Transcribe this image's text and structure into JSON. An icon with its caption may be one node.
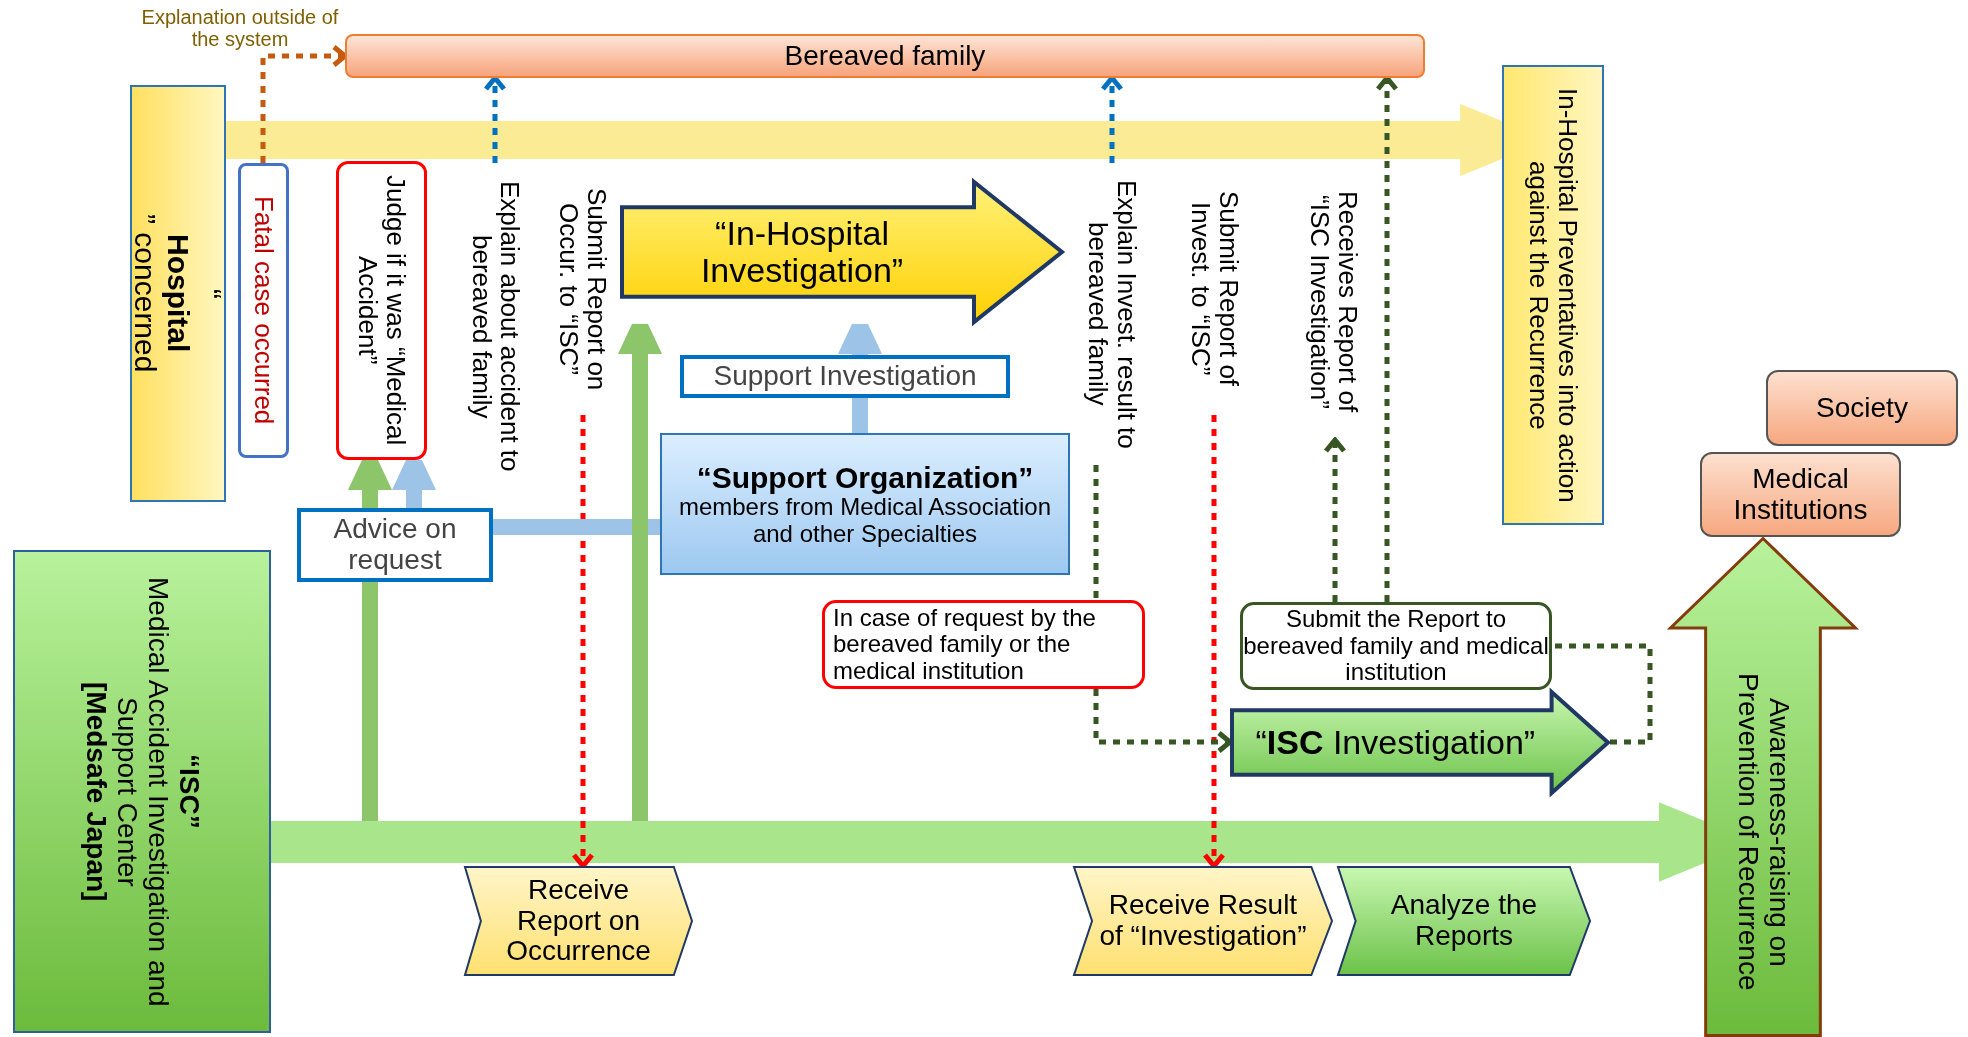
{
  "diagram": {
    "nodes": [
      {
        "text": [
          "Bereaved family"
        ]
      },
      {
        "text": [
          "“**Hospital**” concerned"
        ]
      },
      {
        "text": [
          "In-Hospital Preventatives into action against the Recurrence"
        ]
      },
      {
        "text": [
          "Fatal case occurred"
        ]
      },
      {
        "text": [
          "Judge if it was “Medical Accident”"
        ]
      },
      {
        "text": [
          "Explain about accident to bereaved family"
        ]
      },
      {
        "text": [
          "Submit Report on Occur. to “ISC”"
        ]
      },
      {
        "text": [
          "“In-Hospital Investigation”"
        ]
      },
      {
        "text": [
          "Explain Invest. result to bereaved family"
        ]
      },
      {
        "text": [
          "Submit Report of Invest. to “ISC”"
        ]
      },
      {
        "text": [
          "Receives Report of “ISC Investigation”"
        ]
      },
      {
        "text": [
          "“Support Organization”",
          "members from Medical Association and other Specialties"
        ]
      },
      {
        "text": [
          "Society"
        ]
      },
      {
        "text": [
          "Medical Institutions"
        ]
      },
      {
        "text": [
          "“ISC”",
          "Medical Accident Investigation and Support Center",
          "[Medsafe Japan]"
        ]
      },
      {
        "text": [
          "Submit the Report to bereaved family and medical institution"
        ]
      },
      {
        "text": [
          "“**ISC** Investigation”"
        ]
      },
      {
        "text": [
          "Awareness-raising on Prevention of Recurrence"
        ]
      },
      {
        "text": [
          "Receive Report on Occurrence"
        ]
      },
      {
        "text": [
          "Receive Result of “Investigation”"
        ]
      },
      {
        "text": [
          "Analyze the Reports"
        ]
      }
    ],
    "edges": [
      {
        "from": 1,
        "to": 2,
        "arrow": "to",
        "style": "thick",
        "color": "#fbeb94"
      },
      {
        "from": 14,
        "to": 17,
        "arrow": "to",
        "style": "thick",
        "color": "#a9e58a"
      },
      {
        "from": 3,
        "to": 0,
        "arrow": "to",
        "style": "dashed",
        "color": "#c55a11"
      },
      {
        "from": 5,
        "to": 0,
        "arrow": "to",
        "style": "dashed",
        "color": "#0070c0"
      },
      {
        "from": 6,
        "to": 18,
        "arrow": "to",
        "style": "dashed",
        "color": "#ff0000"
      },
      {
        "from": 8,
        "to": 0,
        "arrow": "to",
        "style": "dashed",
        "color": "#0070c0"
      },
      {
        "from": 9,
        "to": 19,
        "arrow": "to",
        "style": "dashed",
        "color": "#ff0000"
      },
      {
        "from": 15,
        "to": 10,
        "arrow": "to",
        "style": "dashed",
        "color": "#375623"
      },
      {
        "from": 15,
        "to": 0,
        "arrow": "to",
        "style": "dashed",
        "color": "#375623"
      },
      {
        "from": 16,
        "to": 15,
        "arrow": "none",
        "style": "dashed",
        "color": "#375623"
      },
      {
        "from": 8,
        "to": 16,
        "arrow": "to",
        "style": "dashed",
        "color": "#375623",
        "label": "In case of request by the bereaved family or the medical institution"
      },
      {
        "from": 11,
        "to": 7,
        "arrow": "to",
        "style": "thick",
        "color": "#9dc3e6",
        "label": "Support Investigation"
      },
      {
        "from": 11,
        "to": 4,
        "arrow": "to",
        "style": "thick",
        "color": "#9dc3e6",
        "label": "Advice on request"
      },
      {
        "from": null,
        "to": 4,
        "arrow": "to",
        "style": "thick",
        "color": "#8cc56a"
      },
      {
        "from": null,
        "to": 7,
        "arrow": "to",
        "style": "thick",
        "color": "#8cc56a"
      }
    ],
    "labels": [
      "Explanation outside of the system"
    ]
  }
}
